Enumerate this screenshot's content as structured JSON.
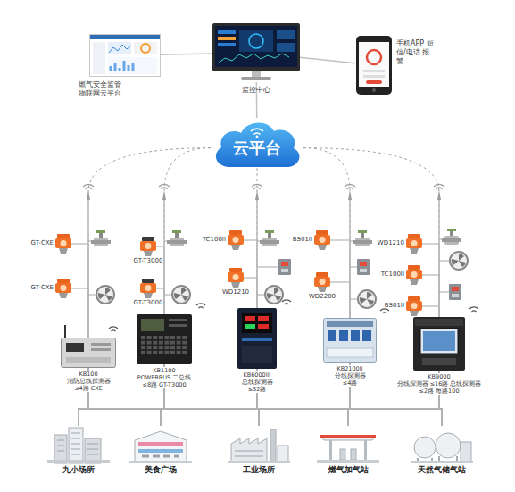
{
  "diagram": {
    "nodes": [
      {
        "text": [
          "燃气安全监管 物联网云平台"
        ]
      },
      {
        "text": [
          "监控中心"
        ]
      },
      {
        "text": [
          "手机APP 短信/电话 报警"
        ]
      },
      {
        "text": [
          "云平台"
        ]
      },
      {
        "text": [
          "GT-CXE"
        ]
      },
      {
        "text": [
          "GT-CXE"
        ]
      },
      {
        "text": [
          "GT-T3000"
        ]
      },
      {
        "text": [
          "GT-T3000"
        ]
      },
      {
        "text": [
          "TC100II"
        ]
      },
      {
        "text": [
          "WD1210"
        ]
      },
      {
        "text": [
          "BS01II"
        ]
      },
      {
        "text": [
          "WD2200"
        ]
      },
      {
        "text": [
          "WD1210"
        ]
      },
      {
        "text": [
          "TC100II"
        ]
      },
      {
        "text": [
          "BS01II"
        ]
      },
      {
        "text": [
          "KB100",
          "消防总线探测器",
          "≤4路 CXE"
        ]
      },
      {
        "text": [
          "KB1100",
          "POWERBUS 二总线",
          "≤8路 GT-T3000"
        ]
      },
      {
        "text": [
          "KB6000III",
          "总线探测器",
          "≤32路"
        ]
      },
      {
        "text": [
          "KB2100II",
          "分线探测器",
          "≤4路"
        ]
      },
      {
        "text": [
          "KB9000",
          "分线探测器 ≤16路 总线探测器 ≤2路 每路100"
        ]
      },
      {
        "text": [
          "九小场所"
        ]
      },
      {
        "text": [
          "美食广场"
        ]
      },
      {
        "text": [
          "工业场所"
        ]
      },
      {
        "text": [
          "燃气加气站"
        ]
      },
      {
        "text": [
          "天然气储气站"
        ]
      }
    ],
    "edges": [
      {
        "from": 3,
        "to": 1,
        "arrow": "none"
      },
      {
        "from": 1,
        "to": 0,
        "arrow": "none"
      },
      {
        "from": 1,
        "to": 2,
        "arrow": "none"
      },
      {
        "from": 3,
        "to": 15,
        "arrow": "none"
      },
      {
        "from": 3,
        "to": 16,
        "arrow": "none"
      },
      {
        "from": 3,
        "to": 17,
        "arrow": "none"
      },
      {
        "from": 3,
        "to": 18,
        "arrow": "none"
      },
      {
        "from": 3,
        "to": 19,
        "arrow": "none"
      },
      {
        "from": 15,
        "to": 4,
        "arrow": "none"
      },
      {
        "from": 15,
        "to": 5,
        "arrow": "none"
      },
      {
        "from": 16,
        "to": 6,
        "arrow": "none"
      },
      {
        "from": 16,
        "to": 7,
        "arrow": "none"
      },
      {
        "from": 17,
        "to": 8,
        "arrow": "none"
      },
      {
        "from": 17,
        "to": 9,
        "arrow": "none"
      },
      {
        "from": 18,
        "to": 10,
        "arrow": "none"
      },
      {
        "from": 18,
        "to": 11,
        "arrow": "none"
      },
      {
        "from": 19,
        "to": 12,
        "arrow": "none"
      },
      {
        "from": 19,
        "to": 13,
        "arrow": "none"
      },
      {
        "from": 19,
        "to": 14,
        "arrow": "none"
      },
      {
        "from": 15,
        "to": 20,
        "arrow": "none"
      },
      {
        "from": 15,
        "to": 21,
        "arrow": "none"
      },
      {
        "from": 15,
        "to": 22,
        "arrow": "none"
      },
      {
        "from": 15,
        "to": 23,
        "arrow": "none"
      },
      {
        "from": 15,
        "to": 24,
        "arrow": "none"
      },
      {
        "from": 16,
        "to": 20,
        "arrow": "none"
      },
      {
        "from": 16,
        "to": 21,
        "arrow": "none"
      },
      {
        "from": 16,
        "to": 22,
        "arrow": "none"
      },
      {
        "from": 16,
        "to": 23,
        "arrow": "none"
      },
      {
        "from": 16,
        "to": 24,
        "arrow": "none"
      },
      {
        "from": 17,
        "to": 20,
        "arrow": "none"
      },
      {
        "from": 17,
        "to": 21,
        "arrow": "none"
      },
      {
        "from": 17,
        "to": 22,
        "arrow": "none"
      },
      {
        "from": 17,
        "to": 23,
        "arrow": "none"
      },
      {
        "from": 17,
        "to": 24,
        "arrow": "none"
      },
      {
        "from": 18,
        "to": 20,
        "arrow": "none"
      },
      {
        "from": 18,
        "to": 21,
        "arrow": "none"
      },
      {
        "from": 18,
        "to": 22,
        "arrow": "none"
      },
      {
        "from": 18,
        "to": 23,
        "arrow": "none"
      },
      {
        "from": 18,
        "to": 24,
        "arrow": "none"
      },
      {
        "from": 19,
        "to": 20,
        "arrow": "none"
      },
      {
        "from": 19,
        "to": 21,
        "arrow": "none"
      },
      {
        "from": 19,
        "to": 22,
        "arrow": "none"
      },
      {
        "from": 19,
        "to": 23,
        "arrow": "none"
      },
      {
        "from": 19,
        "to": 24,
        "arrow": "none"
      }
    ]
  }
}
